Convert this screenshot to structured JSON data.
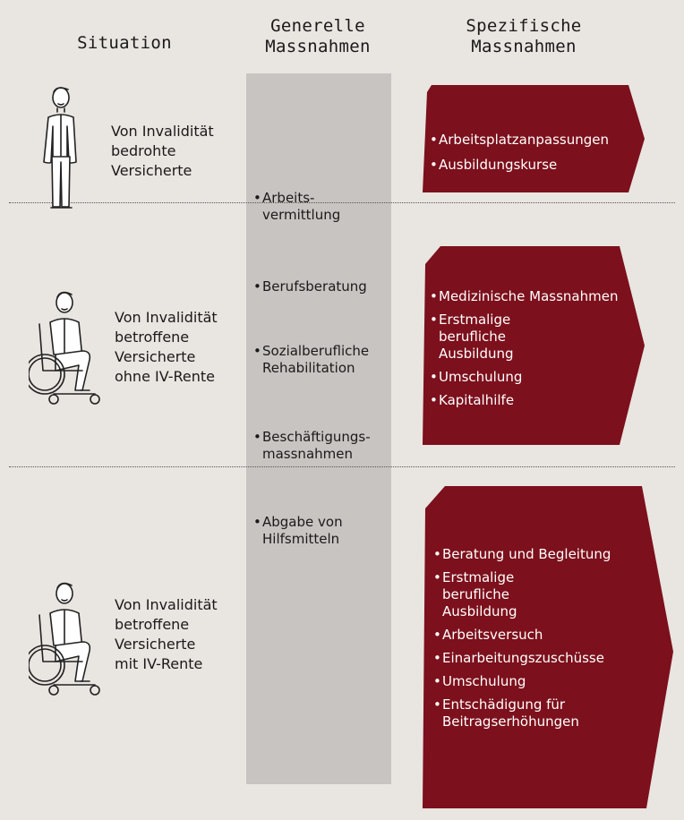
{
  "headers": {
    "situation": [
      "Situation"
    ],
    "general": [
      "Generelle",
      "Massnahmen"
    ],
    "specific": [
      "Spezifische",
      "Massnahmen"
    ]
  },
  "colors": {
    "background": "#e9e5e1",
    "general_column": "#c8c4c1",
    "arrow": "#7c101c"
  },
  "general_measures": [
    "Arbeits- vermittlung",
    "Berufsberatung",
    "Sozialberufliche Rehabilitation",
    "Beschäftigungs- massnahmen",
    "Abgabe von Hilfsmitteln"
  ],
  "general_lines": [
    [
      "Arbeits-",
      "vermittlung"
    ],
    [
      "Berufsberatung"
    ],
    [
      "Sozialberufliche",
      "Rehabilitation"
    ],
    [
      "Beschäftigungs-",
      "massnahmen"
    ],
    [
      "Abgabe von",
      "Hilfsmitteln"
    ]
  ],
  "rows": [
    {
      "figure_icon": "standing-person-icon",
      "situation": [
        "Von Invalidität",
        "bedrohte",
        "Versicherte"
      ],
      "specific_measures": [
        "Arbeitsplatzanpassungen",
        "Ausbildungskurse"
      ]
    },
    {
      "figure_icon": "wheelchair-person-icon",
      "situation": [
        "Von Invalidität",
        "betroffene",
        "Versicherte",
        "ohne IV-Rente"
      ],
      "specific_measures": [
        "Medizinische Massnahmen",
        "Erstmalige berufliche Ausbildung",
        "Umschulung",
        "Kapitalhilfe"
      ]
    },
    {
      "figure_icon": "wheelchair-person-icon",
      "situation": [
        "Von Invalidität",
        "betroffene",
        "Versicherte",
        "mit IV-Rente"
      ],
      "specific_measures": [
        "Beratung und Begleitung",
        "Erstmalige berufliche Ausbildung",
        "Arbeitsversuch",
        "Einarbeitungszuschüsse",
        "Umschulung",
        "Entschädigung für Beitragserhöhungen"
      ]
    }
  ]
}
